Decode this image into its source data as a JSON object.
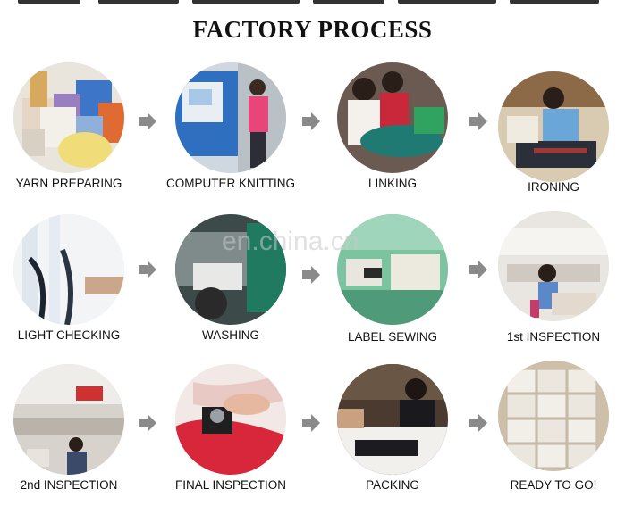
{
  "title": "FACTORY PROCESS",
  "watermark": "en.china.cn",
  "steps": [
    {
      "label": "YARN PREPARING"
    },
    {
      "label": "COMPUTER KNITTING"
    },
    {
      "label": "LINKING"
    },
    {
      "label": "IRONING"
    },
    {
      "label": "LIGHT CHECKING"
    },
    {
      "label": "WASHING"
    },
    {
      "label": "LABEL SEWING"
    },
    {
      "label": "1st INSPECTION"
    },
    {
      "label": "2nd INSPECTION"
    },
    {
      "label": "FINAL INSPECTION"
    },
    {
      "label": "PACKING"
    },
    {
      "label": "READY TO GO!"
    }
  ],
  "icons": {
    "arrow": "arrow-right-icon"
  },
  "colors": {
    "arrow": "#8a8a8a",
    "text": "#111111"
  }
}
